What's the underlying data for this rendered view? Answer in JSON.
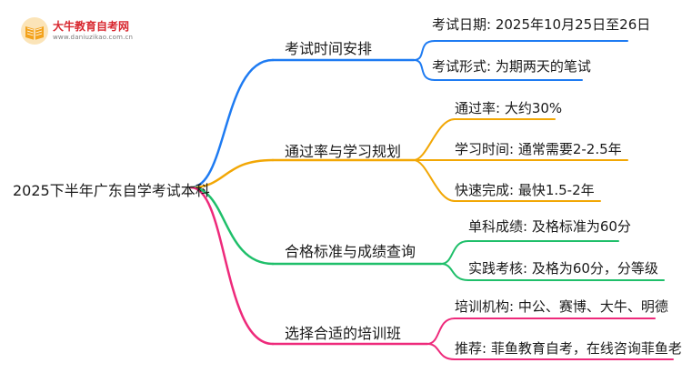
{
  "logo": {
    "name": "大牛教育自考网",
    "url": "www.daniuzikao.com.cn",
    "icon": "open-book-icon",
    "color": "#d8272f"
  },
  "mindmap": {
    "root": "2025下半年广东自学考试本科",
    "branches": [
      {
        "label": "考试时间安排",
        "color": "#1e7bf2",
        "leaves": [
          "考试日期: 2025年10月25日至26日",
          "考试形式: 为期两天的笔试"
        ]
      },
      {
        "label": "通过率与学习规划",
        "color": "#f2a705",
        "leaves": [
          "通过率: 大约30%",
          "学习时间: 通常需要2-2.5年",
          "快速完成: 最快1.5-2年"
        ]
      },
      {
        "label": "合格标准与成绩查询",
        "color": "#1fbf6a",
        "leaves": [
          "单科成绩: 及格标准为60分",
          "实践考核: 及格为60分，分等级"
        ]
      },
      {
        "label": "选择合适的培训班",
        "color": "#ee2a7b",
        "leaves": [
          "培训机构: 中公、赛博、大牛、明德",
          "推荐: 菲鱼教育自考，在线咨询菲鱼老师"
        ]
      }
    ]
  }
}
